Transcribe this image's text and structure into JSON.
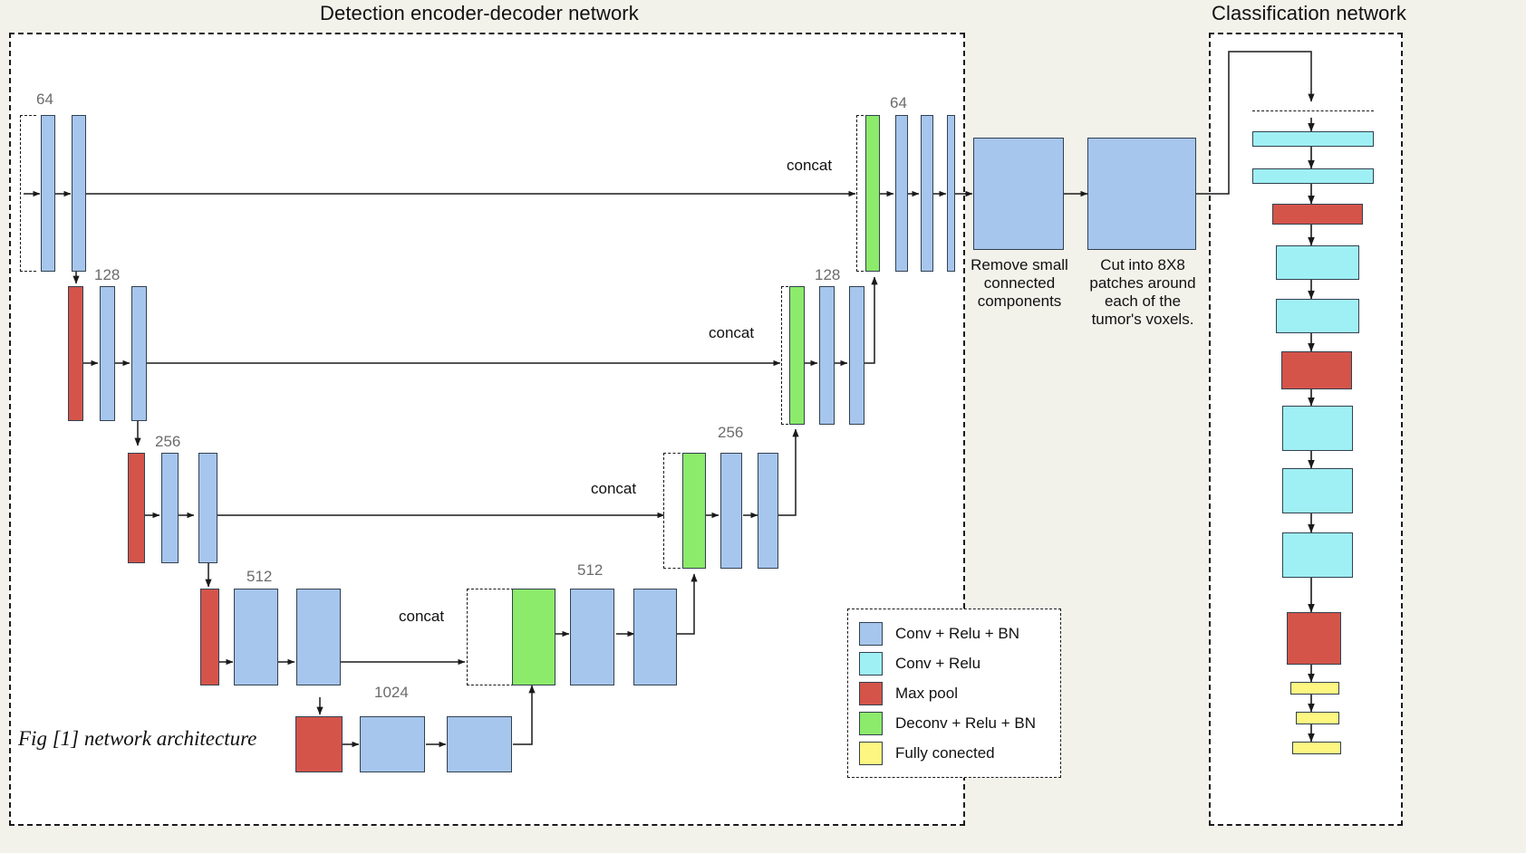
{
  "titles": {
    "detection": "Detection encoder-decoder network",
    "classification": "Classification network"
  },
  "caption": "Fig [1] network architecture",
  "channel_labels": {
    "enc64": "64",
    "enc128": "128",
    "enc256": "256",
    "enc512": "512",
    "bottleneck": "1024",
    "dec512": "512",
    "dec256": "256",
    "dec128": "128",
    "dec64": "64"
  },
  "concat_labels": {
    "level1": "concat",
    "level2": "concat",
    "level3": "concat",
    "level4": "concat"
  },
  "post_processing": [
    {
      "name": "remove-small-components",
      "label": "Remove small\nconnected\ncomponents"
    },
    {
      "name": "cut-into-patches",
      "label": "Cut into 8X8\npatches around\neach of  the\ntumor's voxels."
    }
  ],
  "legend": {
    "items": [
      {
        "label": "Conv + Relu + BN",
        "color": "#a7c6ed",
        "key": "conv-relu-bn"
      },
      {
        "label": " Conv + Relu",
        "color": "#9ff0f5",
        "key": "conv-relu"
      },
      {
        "label": "Max pool",
        "color": "#d4544a",
        "key": "max-pool"
      },
      {
        "label": "Deconv + Relu + BN",
        "color": "#8ceb6a",
        "key": "deconv-relu-bn"
      },
      {
        "label": "Fully conected",
        "color": "#fdf781",
        "key": "fully-connected"
      }
    ]
  },
  "classification_layers": [
    {
      "type": "conv-relu",
      "color": "#9ff0f5"
    },
    {
      "type": "conv-relu",
      "color": "#9ff0f5"
    },
    {
      "type": "max-pool",
      "color": "#d4544a"
    },
    {
      "type": "conv-relu",
      "color": "#9ff0f5"
    },
    {
      "type": "conv-relu",
      "color": "#9ff0f5"
    },
    {
      "type": "max-pool",
      "color": "#d4544a"
    },
    {
      "type": "conv-relu",
      "color": "#9ff0f5"
    },
    {
      "type": "conv-relu",
      "color": "#9ff0f5"
    },
    {
      "type": "conv-relu",
      "color": "#9ff0f5"
    },
    {
      "type": "max-pool",
      "color": "#d4544a"
    },
    {
      "type": "fully-connected",
      "color": "#fdf781"
    },
    {
      "type": "fully-connected",
      "color": "#fdf781"
    },
    {
      "type": "fully-connected",
      "color": "#fdf781"
    }
  ],
  "colors": {
    "conv_bn": "#a7c6ed",
    "conv": "#9ff0f5",
    "pool": "#d4544a",
    "deconv": "#8ceb6a",
    "fc": "#fdf781",
    "stroke": "#32414f",
    "background": "#f2f1ea",
    "panel": "#ffffff",
    "channel_text": "#6b6b6b"
  }
}
